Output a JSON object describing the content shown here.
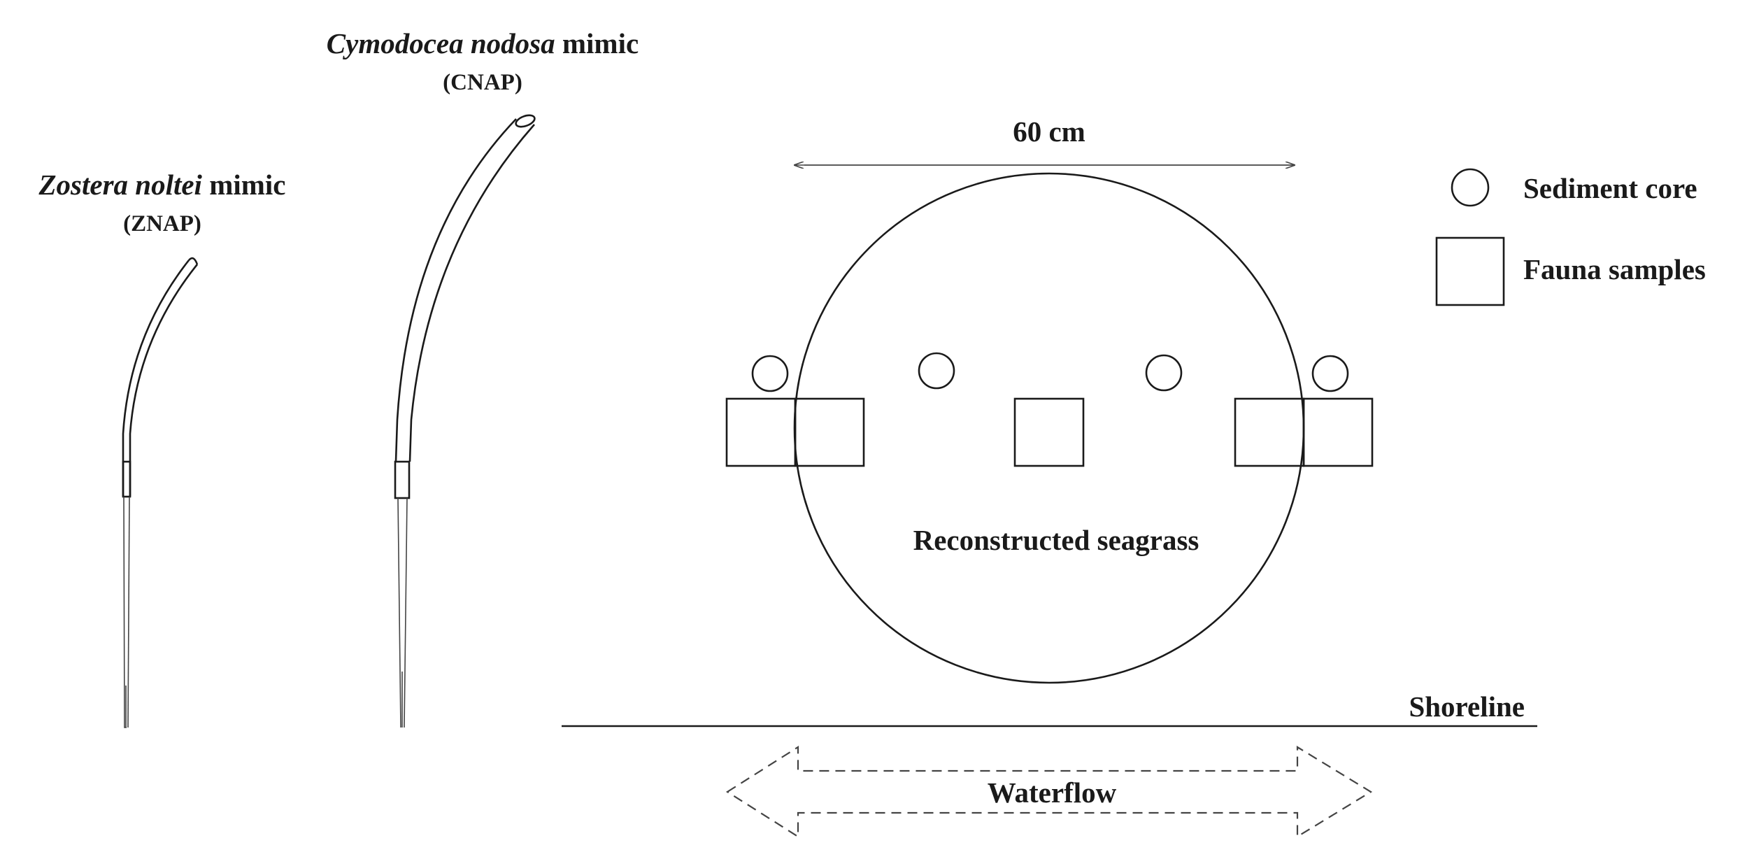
{
  "mimics": {
    "zostera": {
      "name_italic": "Zostera noltei",
      "name_suffix": " mimic",
      "code": "(ZNAP)"
    },
    "cymodocea": {
      "name_italic": "Cymodocea nodosa",
      "name_suffix": " mimic",
      "code": "(CNAP)"
    }
  },
  "plot": {
    "diameter_label": "60 cm",
    "center_label": "Reconstructed seagrass"
  },
  "legend": {
    "items": [
      {
        "symbol": "circle",
        "label": "Sediment core"
      },
      {
        "symbol": "square",
        "label": "Fauna samples"
      }
    ]
  },
  "shoreline_label": "Shoreline",
  "waterflow_label": "Waterflow"
}
